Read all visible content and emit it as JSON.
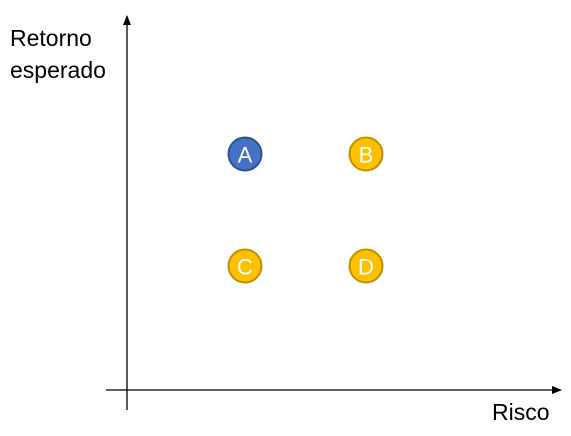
{
  "chart_data": {
    "type": "scatter",
    "xlabel": "Risco",
    "ylabel_lines": [
      "Retorno",
      "esperado"
    ],
    "points": [
      {
        "label": "A",
        "x": 1,
        "y": 2,
        "color": "#4472C4",
        "stroke": "#2F528F"
      },
      {
        "label": "B",
        "x": 2,
        "y": 2,
        "color": "#FFC000",
        "stroke": "#BF9000"
      },
      {
        "label": "C",
        "x": 1,
        "y": 1,
        "color": "#FFC000",
        "stroke": "#BF9000"
      },
      {
        "label": "D",
        "x": 2,
        "y": 1,
        "color": "#FFC000",
        "stroke": "#BF9000"
      }
    ],
    "grid": false
  }
}
